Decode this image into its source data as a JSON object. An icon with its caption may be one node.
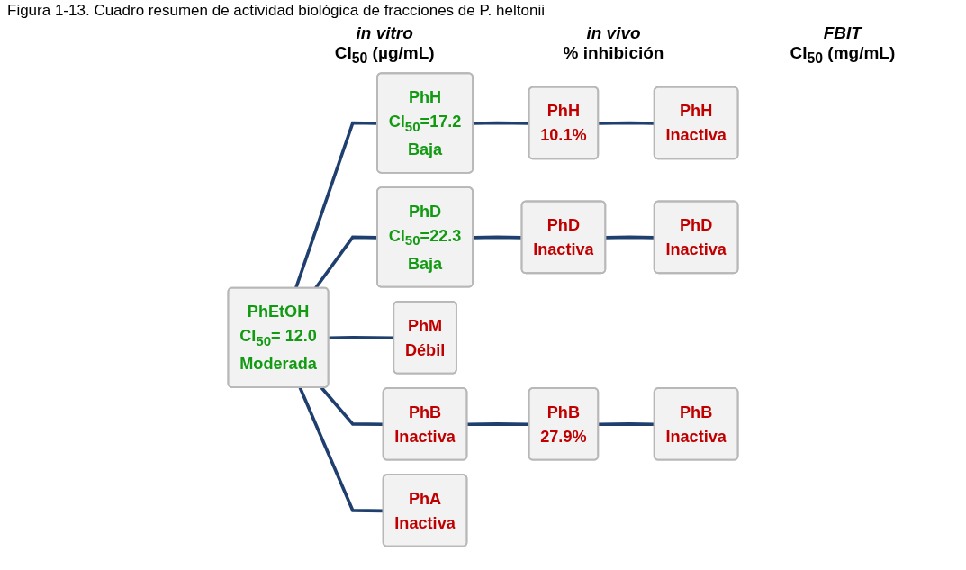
{
  "diagram": {
    "title": "Figura 1-13. Cuadro resumen de actividad biológica de fracciones de P. heltonii",
    "nodes": [
      {
        "text": [
          "PhEtOH",
          "CI$_{50}$= 12.0",
          "Moderada"
        ]
      },
      {
        "text": [
          "PhH",
          "CI$_{50}$=17.2",
          "Baja"
        ]
      },
      {
        "text": [
          "PhH",
          "10.1%"
        ]
      },
      {
        "text": [
          "PhH",
          "Inactiva"
        ]
      },
      {
        "text": [
          "PhD",
          "CI$_{50}$=22.3",
          "Baja"
        ]
      },
      {
        "text": [
          "PhD",
          "Inactiva"
        ]
      },
      {
        "text": [
          "PhD",
          "Inactiva"
        ]
      },
      {
        "text": [
          "PhM",
          "Débil"
        ]
      },
      {
        "text": [
          "PhB",
          "Inactiva"
        ]
      },
      {
        "text": [
          "PhB",
          "27.9%"
        ]
      },
      {
        "text": [
          "PhB",
          "Inactiva"
        ]
      },
      {
        "text": [
          "PhA",
          "Inactiva"
        ]
      }
    ],
    "edges": [
      {
        "from": 0,
        "to": 1,
        "arrow": "none"
      },
      {
        "from": 0,
        "to": 4,
        "arrow": "none"
      },
      {
        "from": 0,
        "to": 7,
        "arrow": "none"
      },
      {
        "from": 0,
        "to": 8,
        "arrow": "none"
      },
      {
        "from": 0,
        "to": 11,
        "arrow": "none"
      },
      {
        "from": 1,
        "to": 2,
        "arrow": "none"
      },
      {
        "from": 2,
        "to": 3,
        "arrow": "none"
      },
      {
        "from": 4,
        "to": 5,
        "arrow": "none"
      },
      {
        "from": 5,
        "to": 6,
        "arrow": "none"
      },
      {
        "from": 8,
        "to": 9,
        "arrow": "none"
      },
      {
        "from": 9,
        "to": 10,
        "arrow": "none"
      }
    ],
    "labels": [
      "in vitro",
      "CI$_{50}$ (µg/mL)",
      "in vivo",
      "% inhibición",
      "FBIT",
      "CI$_{50}$ (mg/mL)"
    ]
  }
}
